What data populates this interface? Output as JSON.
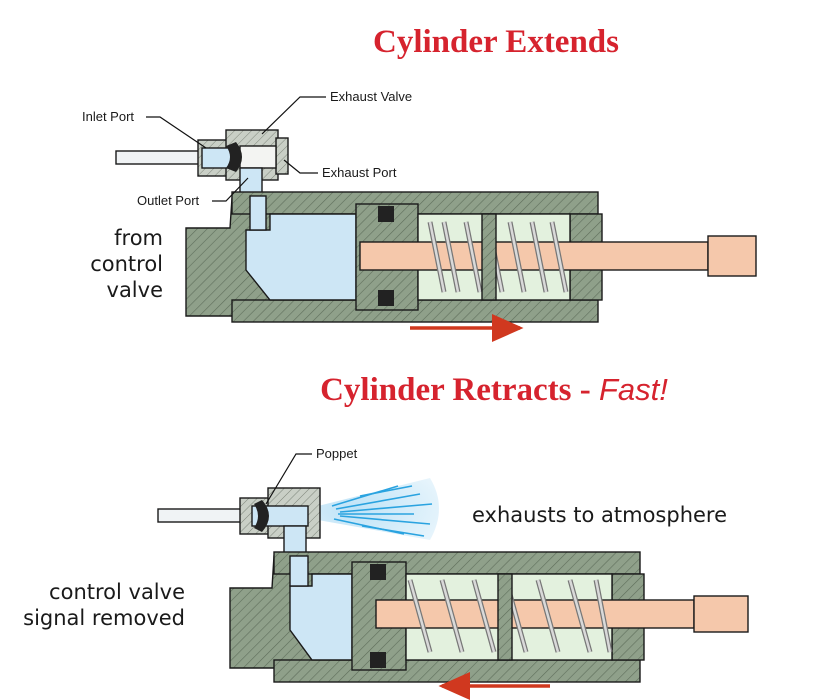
{
  "extend": {
    "title": "Cylinder Extends",
    "labels": {
      "inlet_port": "Inlet Port",
      "exhaust_valve": "Exhaust Valve",
      "exhaust_port": "Exhaust Port",
      "outlet_port": "Outlet Port"
    },
    "side_text": [
      "from",
      "control",
      "valve"
    ]
  },
  "retract": {
    "title_main": "Cylinder Retracts - ",
    "title_emphasis": "Fast!",
    "labels": {
      "poppet": "Poppet",
      "exhaust_note": "exhausts to atmosphere"
    },
    "side_text": [
      "control valve",
      "signal removed"
    ]
  },
  "colors": {
    "title_red": "#d6232e",
    "housing_green": "#8fa08a",
    "air_blue": "#cde6f5",
    "rod_orange": "#f5c8ab",
    "spring_chamber": "#e3f1de",
    "arrow_red": "#d0381f",
    "exhaust_blue": "#2aa3e0"
  }
}
